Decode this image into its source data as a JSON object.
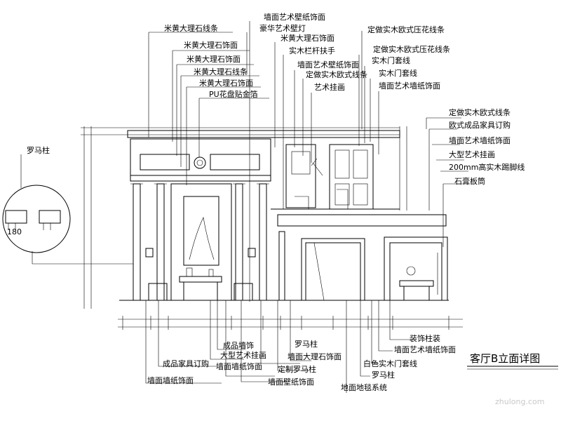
{
  "drawing": {
    "title": "客厅B立面详图",
    "watermark": "zhulong.com",
    "detail": {
      "label": "罗马柱",
      "dimension": "180"
    },
    "labels_top_left": [
      "米黄大理石线条",
      "米黄大理石饰面",
      "米黄大理石饰面",
      "米黄大理石线条",
      "米黄大理石饰面",
      "PU花盘贴金箔"
    ],
    "labels_top_center": [
      "墙面艺术壁纸饰面",
      "豪华艺术壁灯",
      "米黄大理石饰面",
      "实木栏杆扶手",
      "墙面艺术壁纸饰面",
      "定做实木欧式线条",
      "艺术挂画"
    ],
    "labels_top_right": [
      "定做实木欧式压花线条",
      "定做实木欧式压花线条",
      "实木门套线",
      "实木门套线",
      "墙面艺术墙纸饰面"
    ],
    "labels_right": [
      "定做实木欧式线条",
      "欧式成品家具订购",
      "墙面艺术墙纸饰面",
      "大型艺术挂画",
      "200mm高实木踢脚线",
      "石膏板筒"
    ],
    "labels_bottom": [
      "成品墙饰",
      "大型艺术挂画",
      "墙面墙纸饰面",
      "成品家具订购",
      "墙面墙纸饰面",
      "罗马柱",
      "墙面大理石饰面",
      "定制罗马柱",
      "墙面壁纸饰面",
      "地面地毯系统",
      "罗马柱",
      "白色实木门套线",
      "墙面艺术墙纸饰面",
      "装饰柱装"
    ]
  }
}
